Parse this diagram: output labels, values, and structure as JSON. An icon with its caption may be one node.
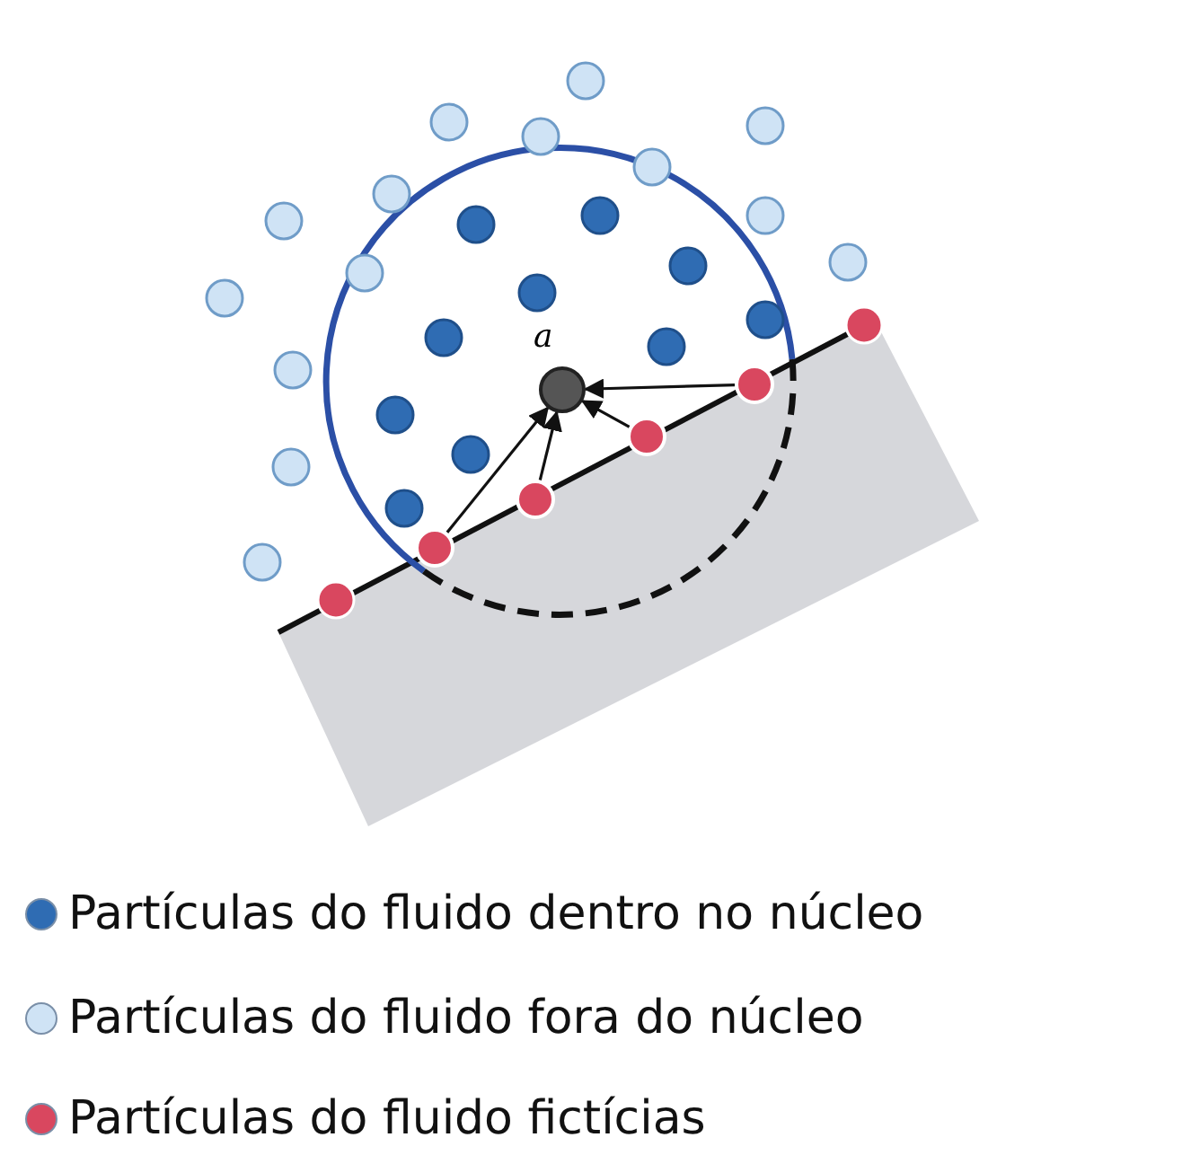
{
  "diagram": {
    "nodes": [
      {
        "text": [],
        "shape": "circle",
        "beside": [
          "a"
        ]
      },
      {
        "text": [],
        "shape": "circle"
      },
      {
        "text": [],
        "shape": "circle"
      },
      {
        "text": [],
        "shape": "circle"
      },
      {
        "text": [],
        "shape": "circle"
      }
    ],
    "edges": [
      {
        "from": 1,
        "to": 0,
        "arrow": "to"
      },
      {
        "from": 2,
        "to": 0,
        "arrow": "to"
      },
      {
        "from": 3,
        "to": 0,
        "arrow": "to"
      },
      {
        "from": 4,
        "to": 0,
        "arrow": "to"
      }
    ],
    "legend": [
      {
        "text": "Partículas do fluido dentro no núcleo",
        "color": "#2f6cb3"
      },
      {
        "text": "Partículas do fluido fora do núcleo",
        "color": "#cfe3f5"
      },
      {
        "text": "Partículas do fluido fictícias",
        "color": "#d9475f"
      }
    ]
  }
}
